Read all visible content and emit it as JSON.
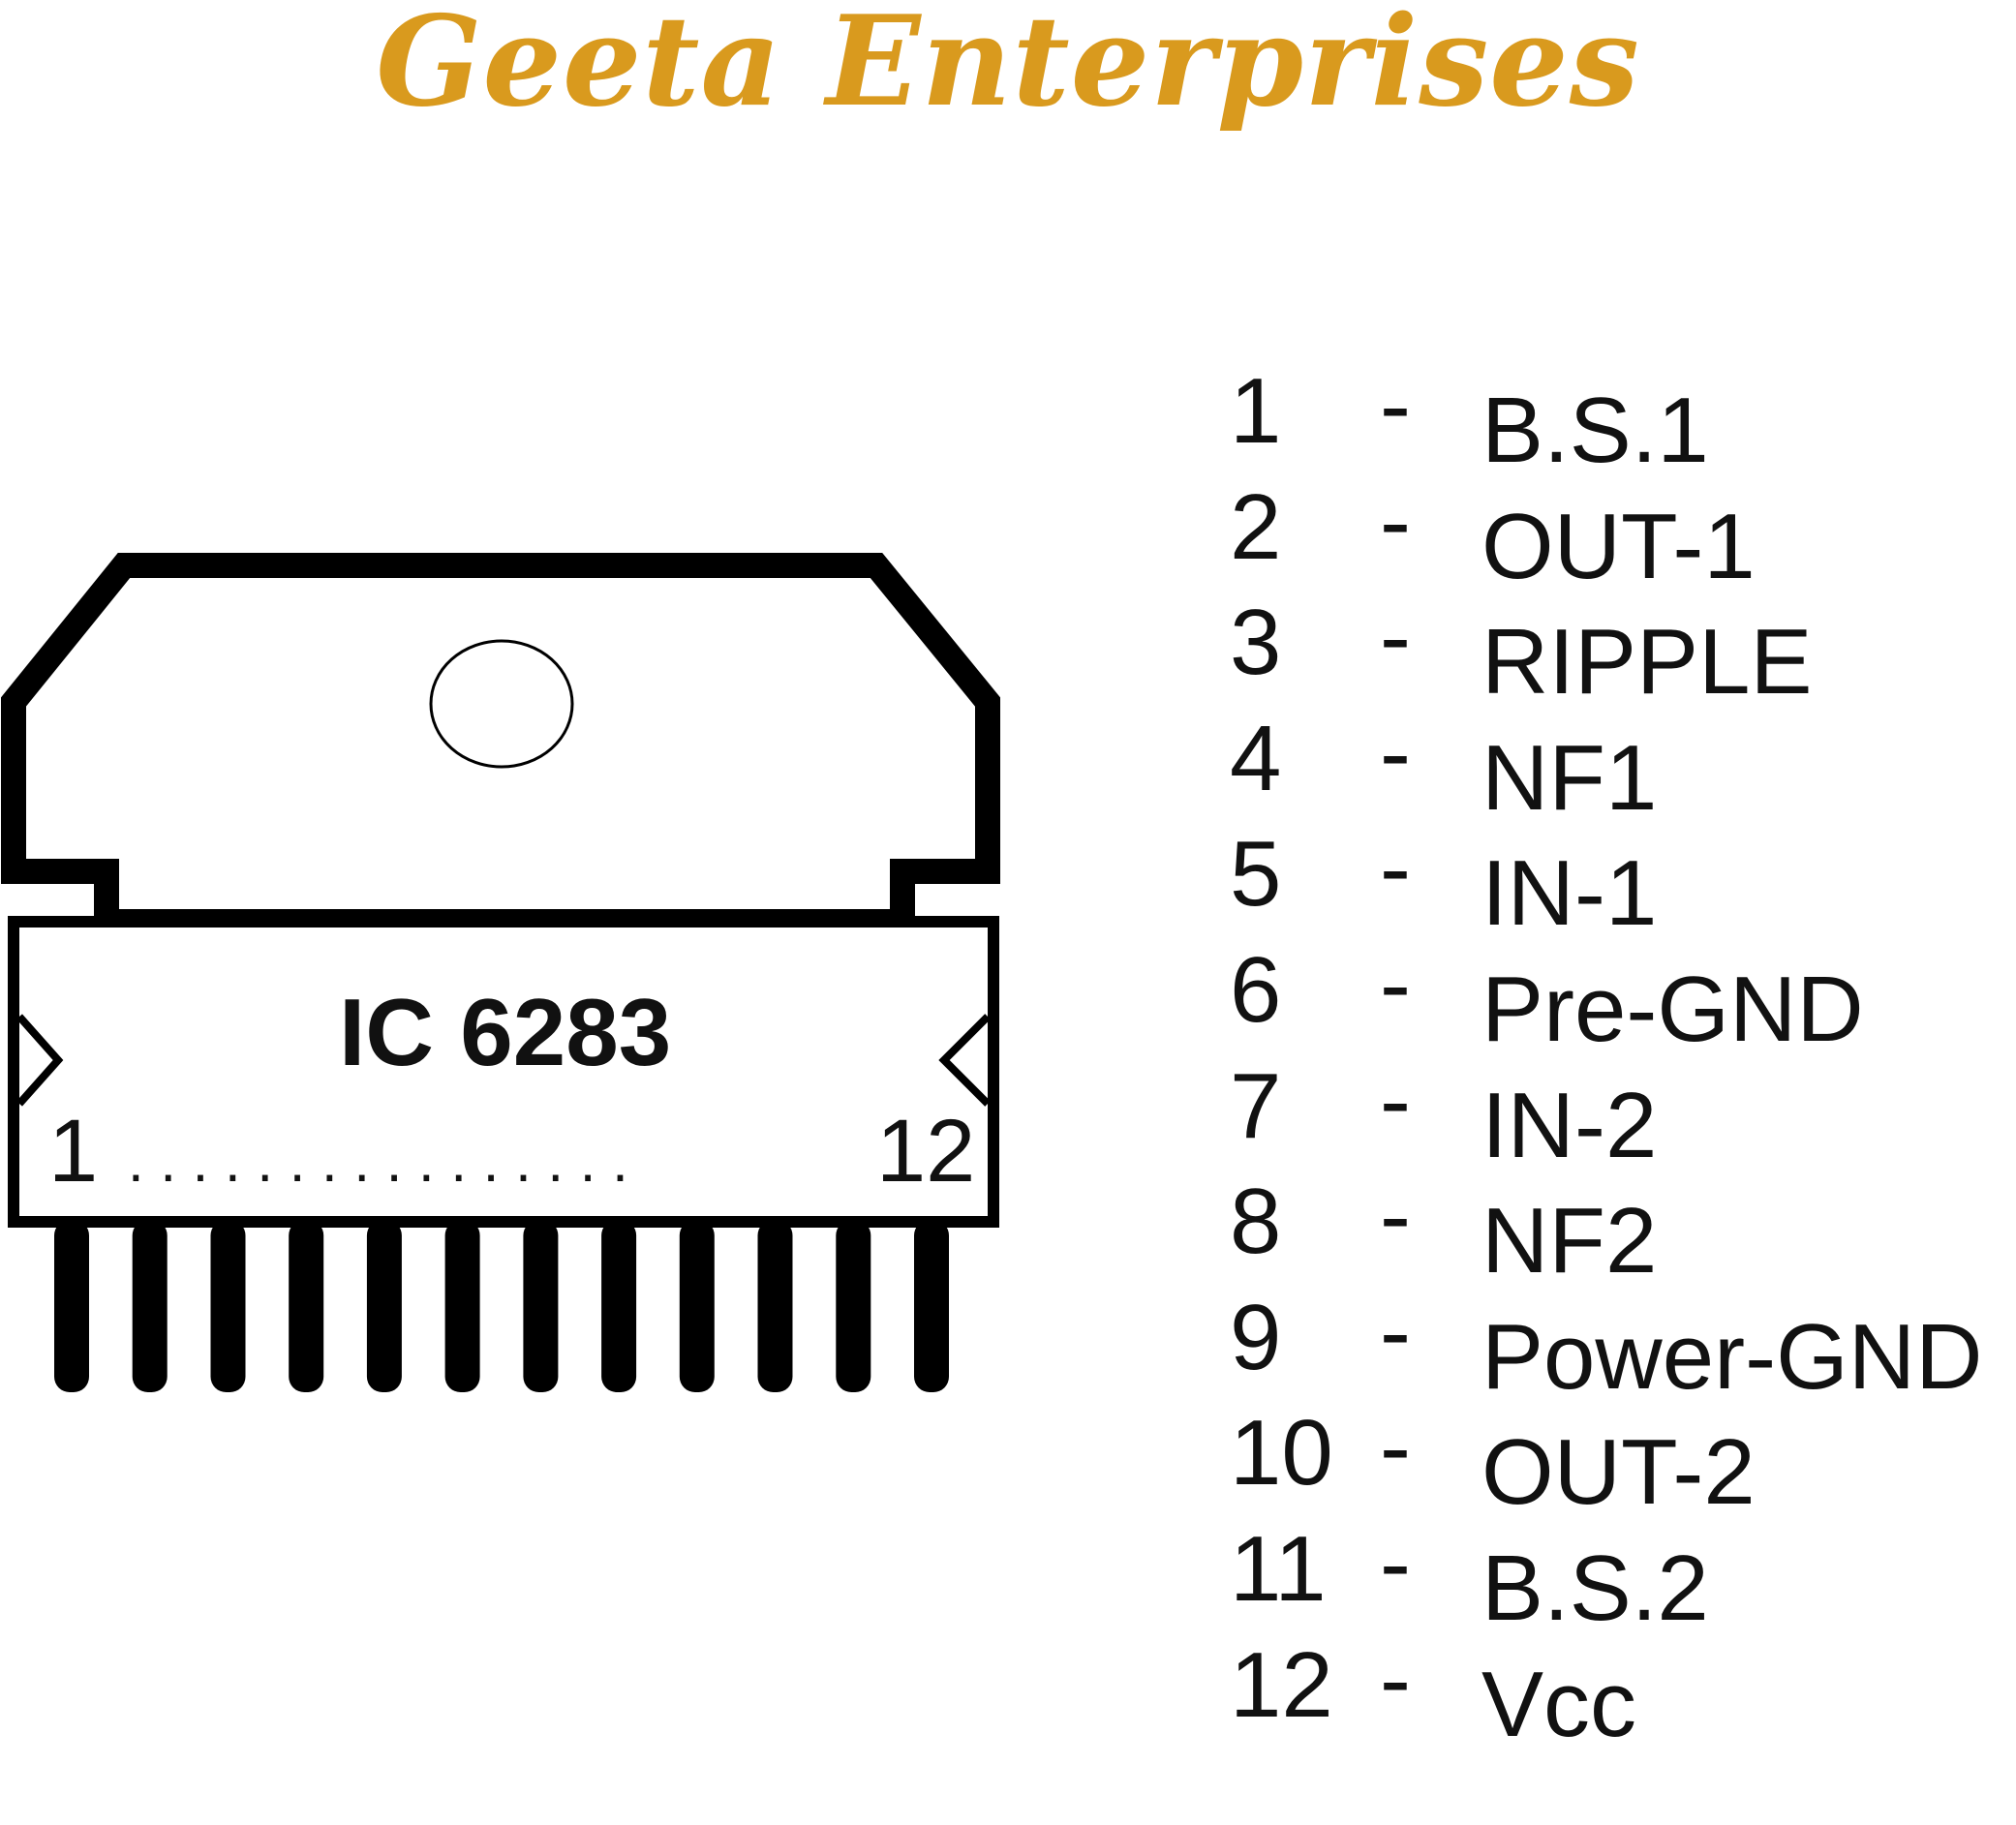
{
  "brand": {
    "title": "Geeta Enterprises",
    "color": "#D99A1E"
  },
  "chip": {
    "label": "IC 6283",
    "first_pin_label": "1",
    "last_pin_label": "12",
    "pin_count": 12,
    "dots": ". . . . . . . . . . . . . . . ."
  },
  "pinout": {
    "separator": "-",
    "pins": [
      {
        "number": "1",
        "function": "B.S.1"
      },
      {
        "number": "2",
        "function": "OUT-1"
      },
      {
        "number": "3",
        "function": "RIPPLE"
      },
      {
        "number": "4",
        "function": "NF1"
      },
      {
        "number": "5",
        "function": "IN-1"
      },
      {
        "number": "6",
        "function": "Pre-GND"
      },
      {
        "number": "7",
        "function": "IN-2"
      },
      {
        "number": "8",
        "function": "NF2"
      },
      {
        "number": "9",
        "function": "Power-GND"
      },
      {
        "number": "10",
        "function": "OUT-2"
      },
      {
        "number": "11",
        "function": "B.S.2"
      },
      {
        "number": "12",
        "function": "Vcc"
      }
    ]
  }
}
